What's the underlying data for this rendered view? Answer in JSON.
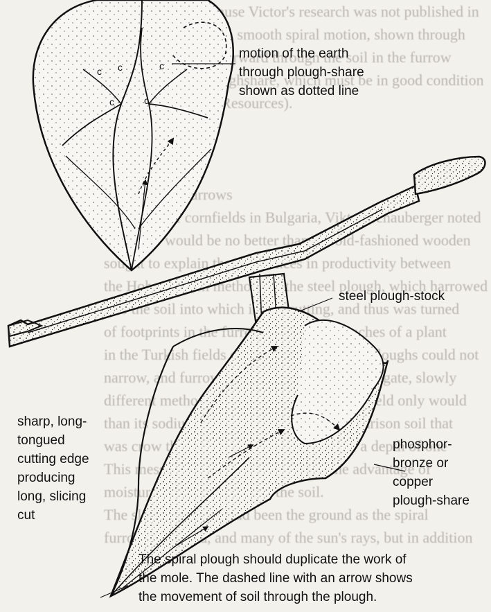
{
  "background_text": [
    "of production. Because Victor's research was not published in",
    "contains the idea of a smooth spiral motion, shown through",
    "earth eggs moving forward through the soil in the furrow",
    "the bent copper ploughshare, which must be in good condition",
    "they overflow (see Resources).",
    "",
    "",
    "",
    "alignment of furrows",
    "The study of cornfields in Bulgaria, Viktor Schauberger noted",
    "that there would be no better than the old-fashioned wooden",
    "sought to explain the differences in productivity between",
    "the Hohenzollern methods of the steel plough, which harrowed",
    "into the soil into which it was cutting, and thus was turned",
    "of footprints in the furrows, as in the branches of a plant",
    "in the Turkish fields old-fashioned wooden ploughs could not",
    "narrow, and furrows, rebuilding the soil aggregate, slowly",
    "different methods of growing, as from one field only would",
    "than its sodium level for the plant. A comparison soil that",
    "was crow the furrow in large flat slices to a depth of one",
    "This messy-looking surface also had the advantage of",
    "moisture in the soil layer of the soil.",
    "The sloping surface had been the ground as the spiral",
    "furrow is formed, and many of the sun's rays, but in addition"
  ],
  "labels": {
    "motion": [
      "motion of the earth",
      "through plough-share",
      "shown as dotted line"
    ],
    "stock": [
      "steel plough-stock"
    ],
    "edge": [
      "sharp, long-",
      "tongued",
      "cutting edge",
      "producing",
      "long, slicing",
      "cut"
    ],
    "share": [
      "phosphor-",
      "bronze or",
      "copper",
      "plough-share"
    ],
    "caption": [
      "The spiral plough should duplicate the work of",
      "the mole. The dashed line with an arrow shows",
      "the movement of soil through the plough."
    ]
  }
}
